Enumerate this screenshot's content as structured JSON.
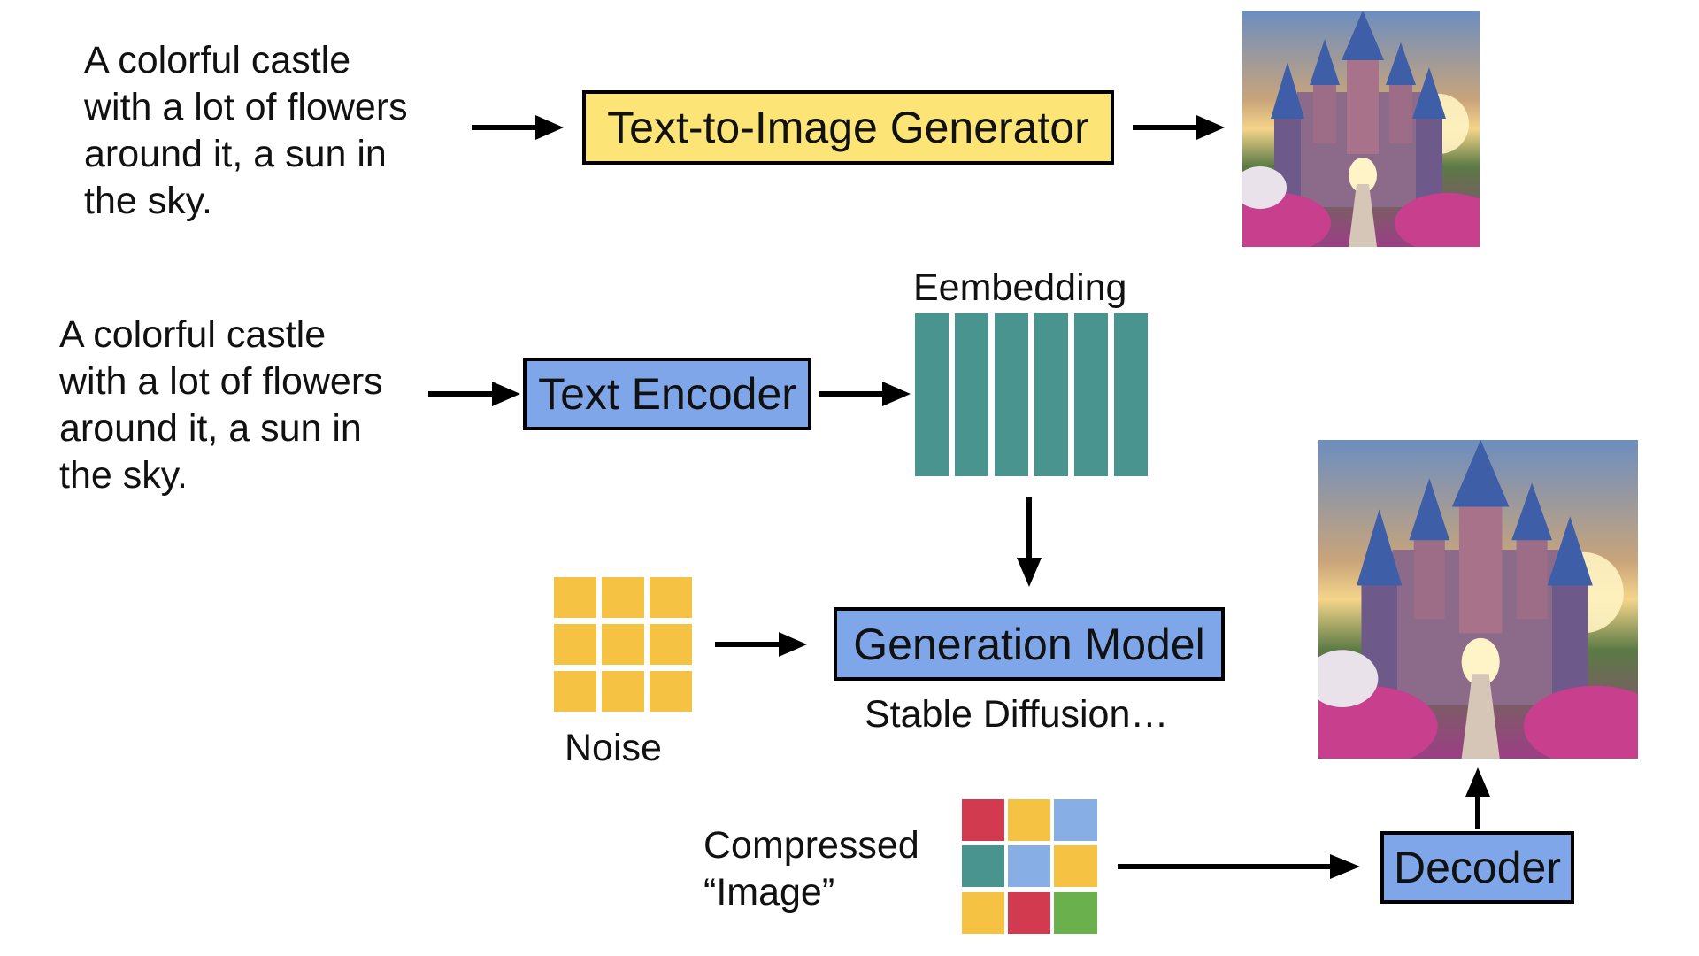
{
  "prompt_top": "A colorful castle\nwith a lot of flowers\naround it, a sun in\nthe sky.",
  "prompt_mid": "A colorful castle\nwith a lot of flowers\naround it, a sun in\nthe sky.",
  "boxes": {
    "t2i": "Text-to-Image Generator",
    "text_encoder": "Text Encoder",
    "generation_model": "Generation Model",
    "decoder": "Decoder"
  },
  "labels": {
    "embedding": "Eembedding",
    "stable_diffusion": "Stable Diffusion…",
    "noise": "Noise",
    "compressed": "Compressed\n“Image”"
  },
  "colors": {
    "yellow_box": "#fce477",
    "blue_box": "#7ea6e8",
    "embedding": "#4a9490",
    "noise": "#f6c244",
    "compressed_grid": [
      "#d13a4f",
      "#f6c244",
      "#88aee6",
      "#4a9490",
      "#88aee6",
      "#f6c244",
      "#f6c244",
      "#d13a4f",
      "#6ab04c"
    ]
  },
  "icons": {
    "castle_image": "castle-image-icon",
    "arrow": "arrow-icon"
  }
}
